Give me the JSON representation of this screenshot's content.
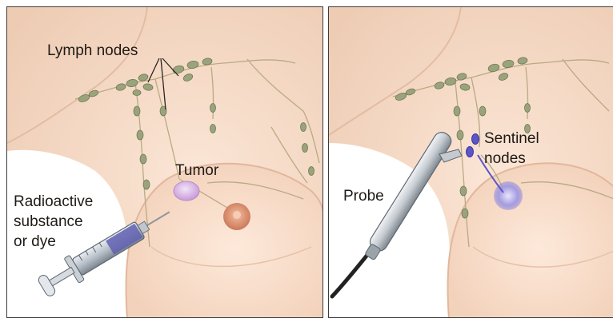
{
  "panels": [
    {
      "labels": {
        "lymph_nodes": "Lymph nodes",
        "tumor": "Tumor",
        "injection": "Radioactive\nsubstance\nor dye"
      }
    },
    {
      "labels": {
        "sentinel_nodes": "Sentinel\nnodes",
        "probe": "Probe"
      }
    }
  ],
  "colors": {
    "skin": "#f7ddc9",
    "lymph_node": "#9aa37c",
    "tumor": "#d9b7e6",
    "sentinel_node": "#5b55c9",
    "dye_spread": "#8c84d8",
    "nipple": "#d98f6c"
  }
}
